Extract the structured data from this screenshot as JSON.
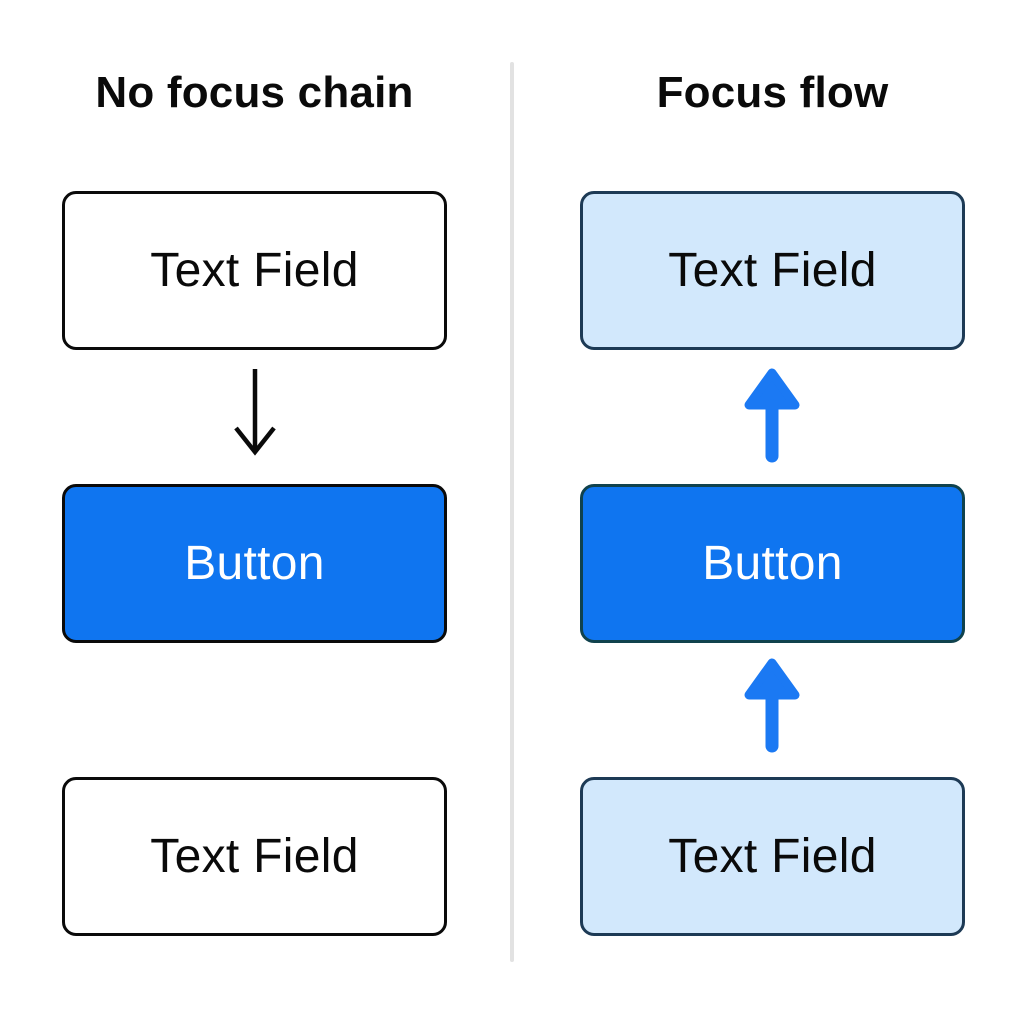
{
  "page": {
    "background": "#ffffff"
  },
  "left_panel": {
    "title": "No focus chain",
    "top_field_label": "Text Field",
    "button_label": "Button",
    "bottom_field_label": "Text Field",
    "arrow": {
      "direction": "down",
      "from": "top text field",
      "to": "button",
      "style": "thin black open-head"
    }
  },
  "right_panel": {
    "title": "Focus flow",
    "top_field_label": "Text Field",
    "button_label": "Button",
    "bottom_field_label": "Text Field",
    "arrows": [
      {
        "direction": "up",
        "from": "button",
        "to": "top text field",
        "style": "thick blue solid-head"
      },
      {
        "direction": "up",
        "from": "bottom text field",
        "to": "button",
        "style": "thick blue solid-head"
      }
    ]
  },
  "colors": {
    "page_bg": "#ffffff",
    "white": "#ffffff",
    "text_black": "#0a0a0a",
    "accent_blue": "#0f75f0",
    "arrow_blue": "#1b79f3",
    "light_blue_fill": "#d2e8fc",
    "dark_navy_border": "#1d3a55",
    "dark_teal_border": "#10424d",
    "divider_gray": "#e2e2e2"
  }
}
